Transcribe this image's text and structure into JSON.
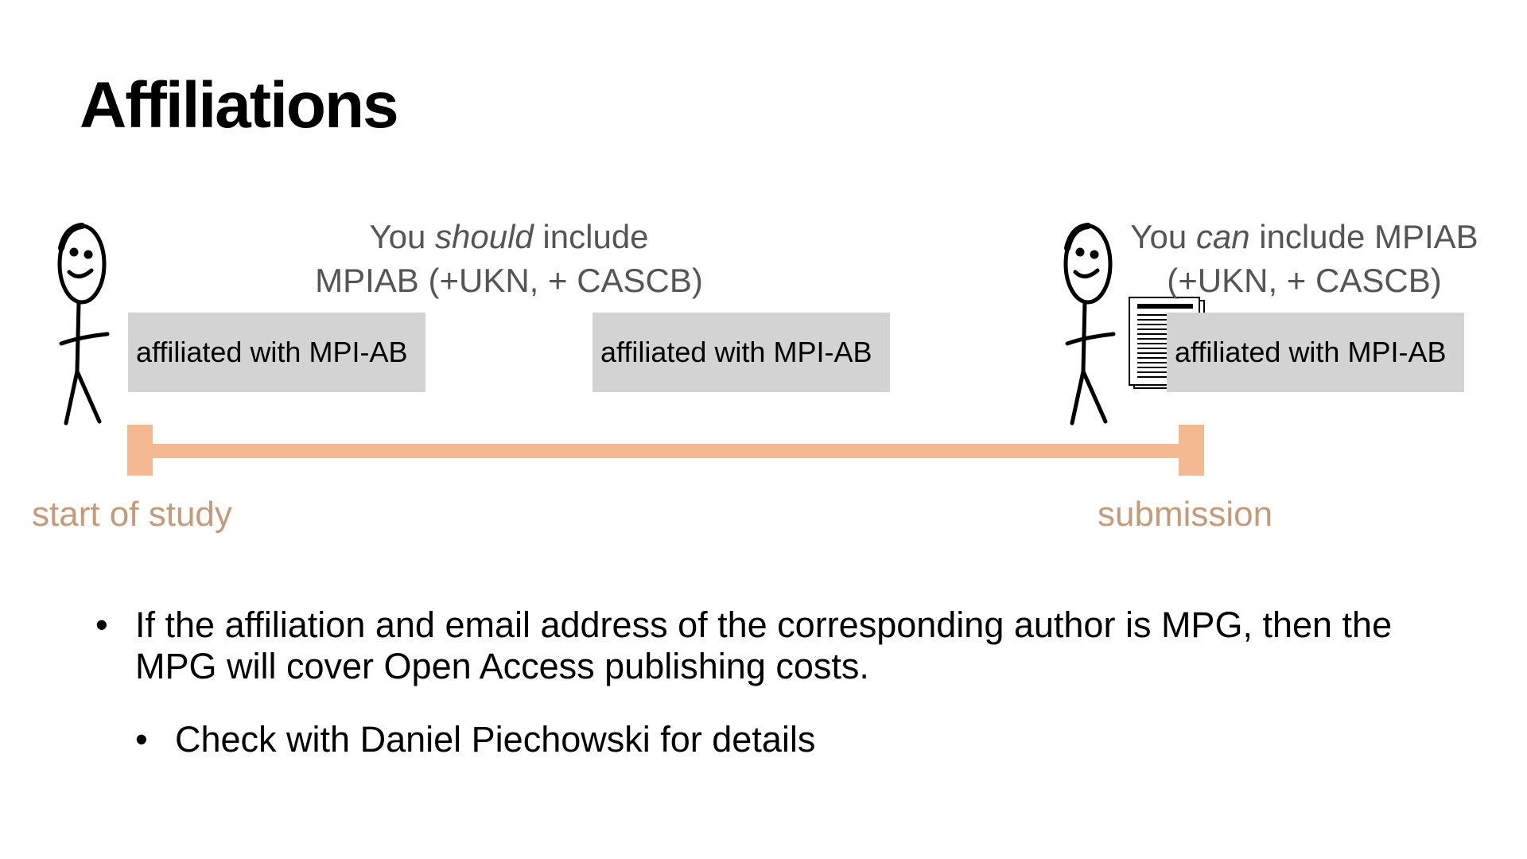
{
  "slide": {
    "title": "Affiliations"
  },
  "captions": {
    "left_pre": "You ",
    "left_em": "should",
    "left_post": " include",
    "left_line2": "MPIAB (+UKN, + CASCB)",
    "right_pre": "You ",
    "right_em": "can",
    "right_post": " include MPIAB",
    "right_line2": "(+UKN, + CASCB)"
  },
  "boxes": [
    {
      "label": "affiliated with MPI-AB"
    },
    {
      "label": "affiliated with MPI-AB"
    },
    {
      "label": "affiliated with MPI-AB"
    }
  ],
  "milestones": {
    "start": "start of study",
    "end": "submission"
  },
  "bullets": {
    "main": "If the affiliation and email address of the corresponding author is MPG, then the MPG will cover Open Access publishing costs.",
    "sub": "Check with Daniel Piechowski for details",
    "bullet_char": "•"
  },
  "colors": {
    "timeline": "#f4b990",
    "milestone_text": "#c49a79",
    "caption_text": "#555555",
    "box_fill": "#d3d3d3"
  },
  "icons": [
    "stick-figure-icon",
    "document-icon"
  ]
}
